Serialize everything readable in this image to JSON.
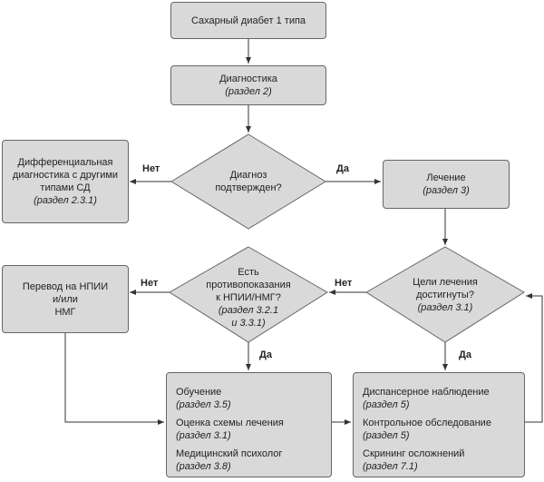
{
  "start": {
    "title": "Сахарный диабет 1 типа"
  },
  "diagnostics": {
    "title": "Диагностика",
    "ref": "(раздел 2)"
  },
  "diag_confirmed": {
    "line1": "Диагноз",
    "line2": "подтвержден?"
  },
  "differential": {
    "line1": "Дифференциальная",
    "line2": "диагностика с другими",
    "line3": "типами СД",
    "ref": "(раздел 2.3.1)"
  },
  "treatment": {
    "title": "Лечение",
    "ref": "(раздел 3)"
  },
  "goals_reached": {
    "line1": "Цели лечения",
    "line2": "достигнуты?",
    "ref": "(раздел 3.1)"
  },
  "contraindications": {
    "line1": "Есть",
    "line2": "противопоказания",
    "line3": "к НПИИ/НМГ?",
    "ref1": "(раздел 3.2.1",
    "ref2": "и 3.3.1)"
  },
  "transfer": {
    "line1": "Перевод на НПИИ",
    "line2": "и/или",
    "line3": "НМГ"
  },
  "education": {
    "items": [
      {
        "title": "Обучение",
        "ref": "(раздел 3.5)"
      },
      {
        "title": "Оценка схемы лечения",
        "ref": "(раздел 3.1)"
      },
      {
        "title": "Медицинский психолог",
        "ref": "(раздел 3.8)"
      }
    ]
  },
  "followup": {
    "items": [
      {
        "title": "Диспансерное наблюдение",
        "ref": "(раздел 5)"
      },
      {
        "title": "Контрольное обследование",
        "ref": "(раздел 5)"
      },
      {
        "title": "Скрининг осложнений",
        "ref": "(раздел 7.1)"
      }
    ]
  },
  "labels": {
    "no": "Нет",
    "yes": "Да"
  },
  "colors": {
    "fill": "#d9d9d9",
    "stroke": "#666666",
    "arrow": "#333333"
  }
}
